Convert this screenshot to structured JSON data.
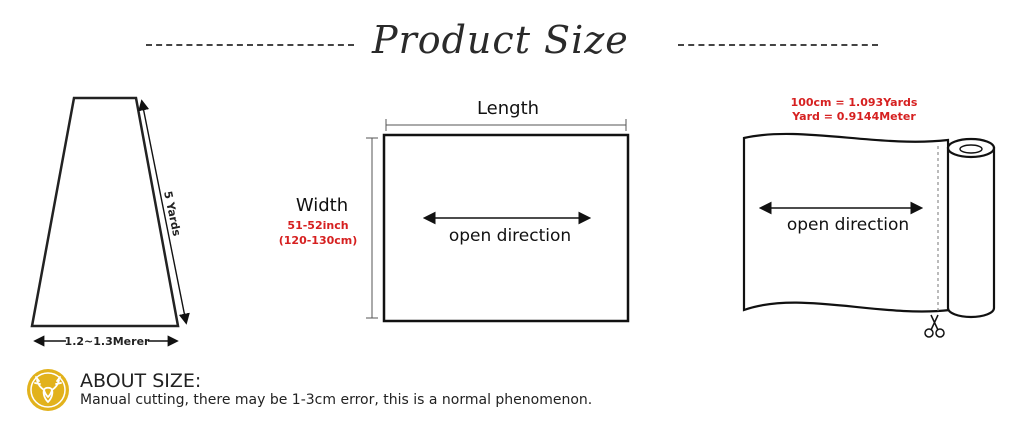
{
  "header": {
    "title": "Product Size"
  },
  "diagram_left": {
    "height_label": "5 Yards",
    "base_label": "1.2~1.3Merer"
  },
  "diagram_middle": {
    "length_label": "Length",
    "width_label": "Width",
    "width_inch": "51-52inch",
    "width_cm": "(120-130cm)",
    "direction_label": "open direction"
  },
  "diagram_right": {
    "conversion_1": "100cm = 1.093Yards",
    "conversion_2": "Yard = 0.9144Meter",
    "direction_label": "open direction"
  },
  "about": {
    "title": "ABOUT SIZE:",
    "text": "Manual cutting, there may be 1-3cm error, this is a normal phenomenon."
  },
  "colors": {
    "accent_red": "#d62020",
    "logo_gold": "#e2b21c",
    "ink": "#222222"
  },
  "icons": {
    "logo": "deer-head-icon",
    "scissors": "scissors-icon"
  }
}
